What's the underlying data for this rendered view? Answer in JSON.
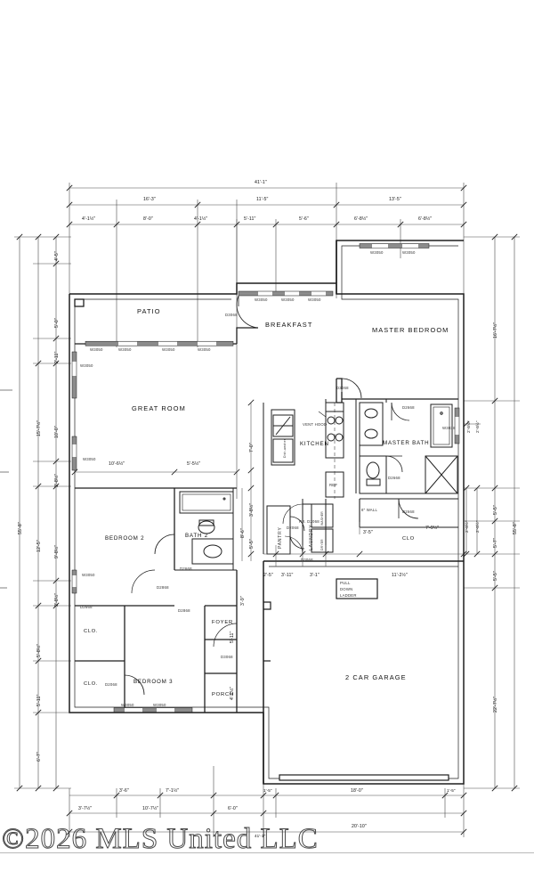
{
  "document": {
    "type": "architectural-floor-plan",
    "watermark": "©2026 MLS United LLC"
  },
  "rooms": [
    {
      "key": "patio",
      "label": "PATIO"
    },
    {
      "key": "breakfast",
      "label": "BREAKFAST"
    },
    {
      "key": "master_bedroom",
      "label": "MASTER BEDROOM"
    },
    {
      "key": "great_room",
      "label": "GREAT ROOM"
    },
    {
      "key": "kitchen",
      "label": "KITCHEN"
    },
    {
      "key": "master_bath",
      "label": "MASTER BATH"
    },
    {
      "key": "bedroom_2",
      "label": "BEDROOM 2"
    },
    {
      "key": "bath_2",
      "label": "BATH 2"
    },
    {
      "key": "pantry",
      "label": "PANTRY"
    },
    {
      "key": "laundry",
      "label": "LAUNDRY"
    },
    {
      "key": "closet_master",
      "label": "CLO"
    },
    {
      "key": "closet_a",
      "label": "CLO."
    },
    {
      "key": "closet_b",
      "label": "CLO."
    },
    {
      "key": "bedroom_3",
      "label": "BEDROOM 3"
    },
    {
      "key": "foyer",
      "label": "FOYER"
    },
    {
      "key": "porch",
      "label": "PORCH"
    },
    {
      "key": "garage",
      "label": "2 CAR GARAGE"
    }
  ],
  "annotations": {
    "vent_hood": "VENT HOOD",
    "refrigerator": "REF",
    "dishwasher": "Dish-washer",
    "washer": "WASHER",
    "dryer": "DRYER",
    "wall_note": "8\" WALL",
    "pull_down_ladder": [
      "PULL",
      "DOWN",
      "LADDER"
    ]
  },
  "openings": {
    "windows": [
      {
        "id": "w1",
        "tag": "W3050",
        "room": "breakfast"
      },
      {
        "id": "w2",
        "tag": "W3050",
        "room": "breakfast"
      },
      {
        "id": "w3",
        "tag": "W3050",
        "room": "breakfast"
      },
      {
        "id": "w4",
        "tag": "W3050",
        "room": "master_bedroom"
      },
      {
        "id": "w5",
        "tag": "W3050",
        "room": "master_bedroom"
      },
      {
        "id": "w6",
        "tag": "W3050",
        "room": "great_room"
      },
      {
        "id": "w7",
        "tag": "W3050",
        "room": "great_room"
      },
      {
        "id": "w8",
        "tag": "W3050",
        "room": "great_room"
      },
      {
        "id": "w9",
        "tag": "W3050",
        "room": "great_room"
      },
      {
        "id": "w10",
        "tag": "W3050",
        "room": "great_room"
      },
      {
        "id": "w11",
        "tag": "W3050",
        "room": "great_room"
      },
      {
        "id": "w12",
        "tag": "W3050",
        "room": "bedroom_2"
      },
      {
        "id": "w13",
        "tag": "W3050",
        "room": "bedroom_3"
      },
      {
        "id": "w14",
        "tag": "W3050",
        "room": "bedroom_3"
      },
      {
        "id": "w15",
        "tag": "W3038",
        "room": "master_bath"
      }
    ],
    "doors": [
      {
        "id": "d1",
        "tag": "D3068",
        "room": "patio"
      },
      {
        "id": "d2",
        "tag": "D3068",
        "room": "master_bedroom"
      },
      {
        "id": "d3",
        "tag": "D2668",
        "room": "master_bath"
      },
      {
        "id": "d4",
        "tag": "D2668",
        "room": "master_bath"
      },
      {
        "id": "d5",
        "tag": "D2668",
        "room": "closet_master"
      },
      {
        "id": "d6",
        "tag": "D2668",
        "room": "bath_2"
      },
      {
        "id": "d7",
        "tag": "D2868",
        "room": "bedroom_2"
      },
      {
        "id": "d8",
        "tag": "D2868",
        "room": "hall"
      },
      {
        "id": "d9",
        "tag": "D2668",
        "room": "closet_a"
      },
      {
        "id": "d10",
        "tag": "D2068",
        "room": "closet_b"
      },
      {
        "id": "d11",
        "tag": "D2068",
        "room": "pantry"
      },
      {
        "id": "d12",
        "tag": "PR. D2068",
        "room": "laundry"
      },
      {
        "id": "d13",
        "tag": "D3068",
        "room": "laundry"
      },
      {
        "id": "d14",
        "tag": "D3068",
        "room": "foyer"
      }
    ]
  },
  "dimensions": {
    "top_overall": "41'-1\"",
    "top_row2": [
      "16'-3\"",
      "11'-5\"",
      "13'-5\""
    ],
    "top_row3": [
      "4'-1½\"",
      "8'-0\"",
      "4'-1½\"",
      "5'-11\"",
      "5'-6\"",
      "6'-8½\"",
      "6'-8½\""
    ],
    "left_overall": "55'-8\"",
    "left_row2": [
      "15'-7½\"",
      "12'-5\"",
      "5'-8½\"",
      "5'-11\"",
      "6'-7\""
    ],
    "left_row3": [
      "4'-5\"",
      "5'-0\"",
      "2'-11\"",
      "10'-0\"",
      "2'-8½\"",
      "9'-8½\"",
      "2'-8½\""
    ],
    "right_overall": "55'-8\"",
    "right_row2": [
      "16'-7½\"",
      "5'-5\"",
      "5'-7\"",
      "5'-5\"",
      "22'-7½\""
    ],
    "right_row3": [
      "2'-8½\"",
      "2'-8½\""
    ],
    "bottom_overall": "41'-1\"",
    "bottom_row2": [
      "10'-7½\"",
      "6'-0\"",
      "20'-10\""
    ],
    "bottom_row3": [
      "3'-7½\"",
      "3'-6\"",
      "7'-1½\"",
      "1'-5\"",
      "18'-0\"",
      "1'-5\""
    ],
    "interior": [
      "10'-6½\"",
      "5'-5½\"",
      "7'-0\"",
      "3'-8½\"",
      "5'-5\"",
      "8'-6\"",
      "3'-9\"",
      "5'-11\"",
      "4'-2½\"",
      "2'-5\"",
      "3'-11\"",
      "3'-1\"",
      "11'-2½\"",
      "3'-5\"",
      "7'-9½\"",
      "2'-8½\"",
      "2'-8½\""
    ]
  },
  "colors": {
    "line": "#1f1f1f",
    "thin": "#6e6e6e",
    "dim": "#555555",
    "wall_fill": "#8c8c8c",
    "background": "#ffffff"
  }
}
